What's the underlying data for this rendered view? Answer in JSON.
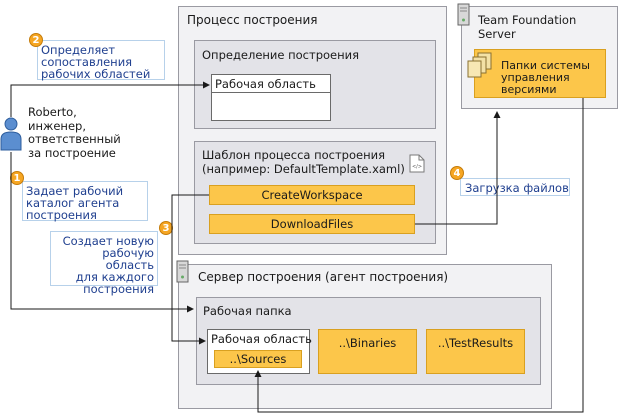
{
  "person": {
    "label_lines": [
      "Roberto,",
      "инженер,",
      "ответственный",
      "за построение"
    ]
  },
  "build_process": {
    "title": "Процесс построения",
    "definition": {
      "title": "Определение построения",
      "workspace_label": "Рабочая область"
    },
    "template": {
      "title_lines": [
        "Шаблон процесса построения",
        "(например: DefaultTemplate.xaml)"
      ],
      "create_workspace": "CreateWorkspace",
      "download_files": "DownloadFiles"
    }
  },
  "tfs": {
    "title_lines": [
      "Team Foundation",
      "Server"
    ],
    "folders_label_lines": [
      "Папки системы",
      "управления",
      "версиями"
    ]
  },
  "build_server": {
    "title": "Сервер построения (агент построения)",
    "work_folder": {
      "title": "Рабочая папка",
      "workspace_label": "Рабочая область",
      "sources": "..\\Sources",
      "binaries": "..\\Binaries",
      "test_results": "..\\TestResults"
    }
  },
  "steps": [
    {
      "number": "1",
      "text_lines": [
        "Задает рабочий",
        "каталог агента",
        "построения"
      ]
    },
    {
      "number": "2",
      "text_lines": [
        "Определяет",
        "сопоставления",
        "рабочих областей"
      ]
    },
    {
      "number": "3",
      "text_lines": [
        "Создает новую",
        "рабочую область",
        "для каждого",
        "построения"
      ]
    },
    {
      "number": "4",
      "text_lines": [
        "Загрузка файлов"
      ]
    }
  ],
  "colors": {
    "accent_orange": "#f6a623",
    "box_yellow": "#fcc64a",
    "note_text": "#1f3f8f"
  }
}
